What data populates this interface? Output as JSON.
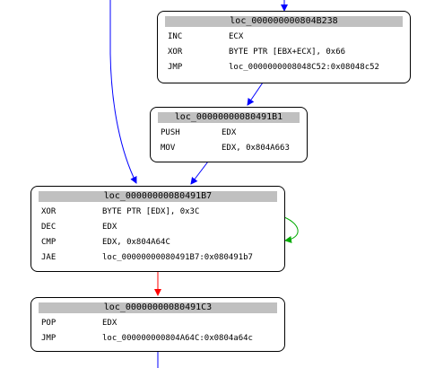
{
  "blocks": [
    {
      "label": "loc_000000000804B238",
      "instructions": [
        {
          "mnemonic": "INC",
          "operands": "ECX"
        },
        {
          "mnemonic": "XOR",
          "operands": "BYTE PTR [EBX+ECX], 0x66"
        },
        {
          "mnemonic": "JMP",
          "operands": "loc_0000000008048C52:0x08048c52"
        }
      ]
    },
    {
      "label": "loc_00000000080491B1",
      "instructions": [
        {
          "mnemonic": "PUSH",
          "operands": "EDX"
        },
        {
          "mnemonic": "MOV",
          "operands": "EDX, 0x804A663"
        }
      ]
    },
    {
      "label": "loc_00000000080491B7",
      "instructions": [
        {
          "mnemonic": "XOR",
          "operands": "BYTE PTR [EDX], 0x3C"
        },
        {
          "mnemonic": "DEC",
          "operands": "EDX"
        },
        {
          "mnemonic": "CMP",
          "operands": "EDX, 0x804A64C"
        },
        {
          "mnemonic": "JAE",
          "operands": "loc_00000000080491B7:0x080491b7"
        }
      ]
    },
    {
      "label": "loc_00000000080491C3",
      "instructions": [
        {
          "mnemonic": "POP",
          "operands": "EDX"
        },
        {
          "mnemonic": "JMP",
          "operands": "loc_000000000804A64C:0x0804a64c"
        }
      ]
    }
  ],
  "colors": {
    "edge_unconditional": "#0000ff",
    "edge_true": "#00aa00",
    "edge_false": "#ff0000",
    "title_bar": "#c0c0c0"
  }
}
